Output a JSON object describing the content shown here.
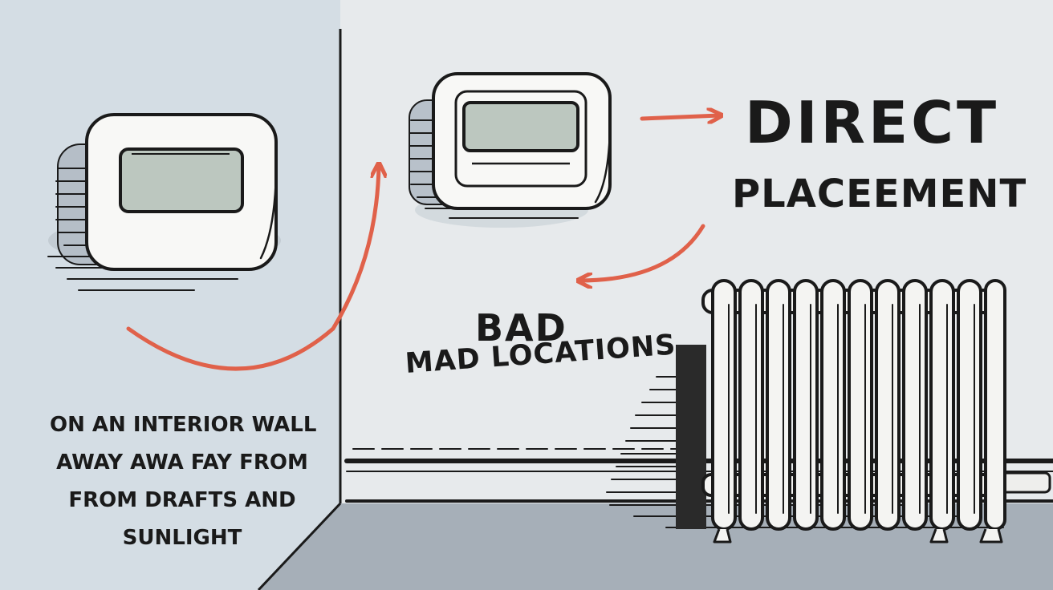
{
  "labels": {
    "direct": "DIRECT",
    "placement": "PLACEEMENT",
    "bad": "BAD",
    "mad_locations": "MAD LOCATIONS"
  },
  "interior_note": {
    "lines": [
      "ON AN INTERIOR WALL",
      "AWAY AWA FAY FROM",
      "FROM DRAFTS AND",
      "SUNLIGHT"
    ]
  },
  "colors": {
    "left_wall": "#d4dde4",
    "right_wall": "#e7eaec",
    "floor": "#a6afb8",
    "arrow": "#e0614a",
    "display": "#bcc7bf",
    "outline": "#1a1a1a"
  },
  "icons": {
    "left_device": "thermostat-icon",
    "right_device": "thermostat-icon",
    "heater": "radiator-icon",
    "arrows": "arrow-icon"
  }
}
